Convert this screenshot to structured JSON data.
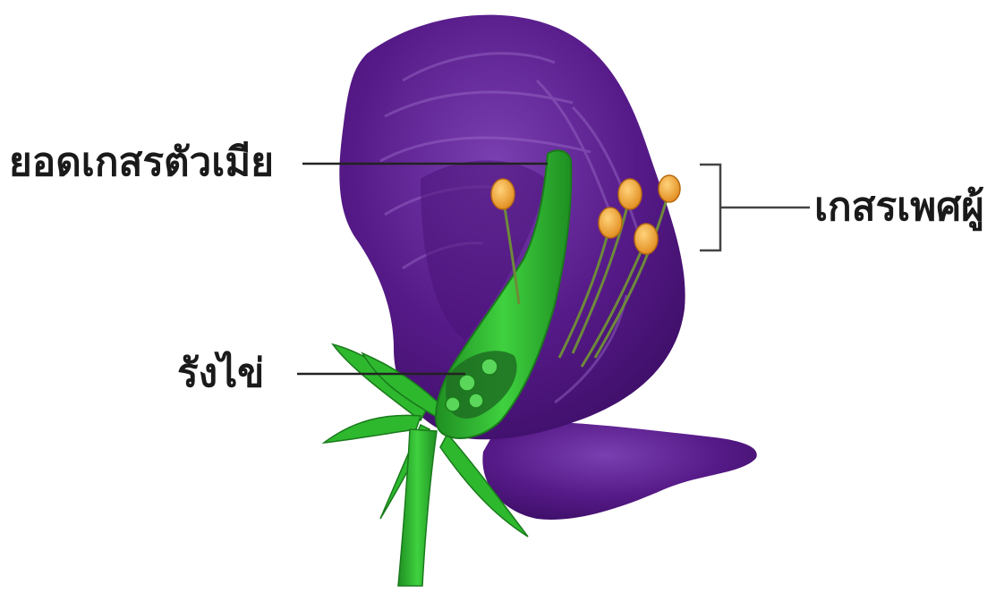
{
  "labels": {
    "stigma": "ยอดเกสรตัวเมีย",
    "stamen": "เกสรเพศผู้",
    "ovary": "รังไข่"
  },
  "colors": {
    "petal": "#5b1a8a",
    "petal_dark": "#3a0d63",
    "petal_highlight": "#8e5bbf",
    "pistil": "#33c233",
    "pistil_dark": "#1f8f22",
    "anther": "#f0a030",
    "filament": "#6e8a3a",
    "leader_line": "#222222"
  }
}
